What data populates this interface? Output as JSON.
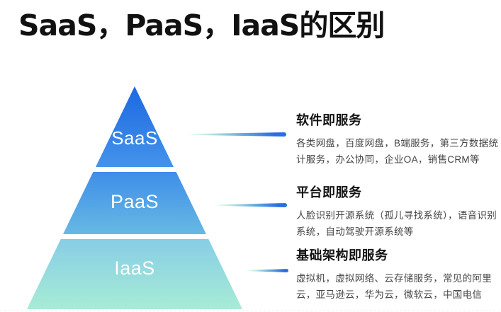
{
  "title": "SaaS，PaaS，IaaS的区别",
  "colors": {
    "background": "#ffffff",
    "title": "#111111",
    "heading": "#131313",
    "body": "#454545"
  },
  "pyramid": {
    "tiers": [
      {
        "id": "saas",
        "label": "SaaS",
        "colors": [
          "#1c68e3",
          "#4493ea"
        ]
      },
      {
        "id": "paas",
        "label": "PaaS",
        "colors": [
          "#3e8ee9",
          "#67b9e3"
        ]
      },
      {
        "id": "iaas",
        "label": "IaaS",
        "colors": [
          "#87cde6",
          "#a7ecd5"
        ]
      }
    ]
  },
  "connector": {
    "colors": [
      "rgba(204,240,233,0)",
      "#bfe7e0",
      "#63a9dd",
      "#2a6ee0"
    ]
  },
  "sections": [
    {
      "heading": "软件即服务",
      "body": "各类网盘，百度网盘，B端服务，第三方数据统计服务，办公协同，企业OA，销售CRM等"
    },
    {
      "heading": "平台即服务",
      "body": "人脸识别开源系统（孤儿寻找系统），语音识别系统，自动驾驶开源系统等"
    },
    {
      "heading": "基础架构即服务",
      "body": "虚拟机，虚拟网络、云存储服务，常见的阿里云，亚马逊云，华为云，微软云，中国电信"
    }
  ]
}
